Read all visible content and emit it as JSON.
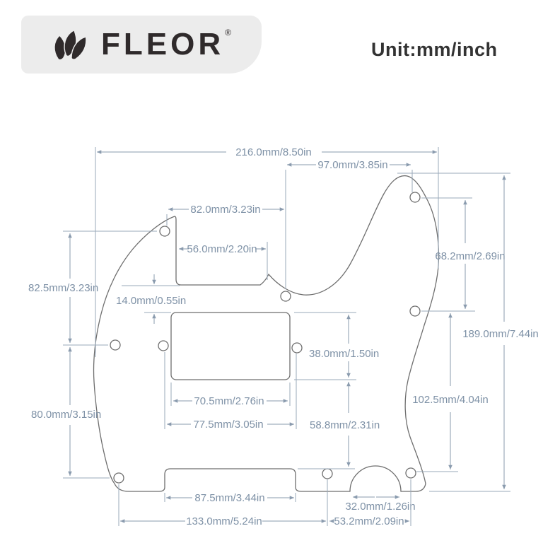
{
  "header": {
    "brand": "FLEOR",
    "registered_mark": "®",
    "unit_label": "Unit:mm/inch"
  },
  "colors": {
    "dimension_lines": "#8a9bae",
    "dimension_text": "#7e91a6",
    "outline": "#6e6e6e",
    "logo_background": "#ececec",
    "logo_text": "#2f2a2b"
  },
  "diagram": {
    "dims": {
      "overall_width": "216.0mm/8.50in",
      "upper_right_span": "97.0mm/3.85in",
      "neck_notch_span": "82.0mm/3.23in",
      "neck_notch_width": "56.0mm/2.20in",
      "notch_to_pickup_gap": "14.0mm/0.55in",
      "left_upper_span": "82.5mm/3.23in",
      "left_lower_span": "80.0mm/3.15in",
      "pickup_height": "38.0mm/1.50in",
      "pickup_width": "70.5mm/2.76in",
      "pickup_screw_span": "77.5mm/3.05in",
      "pickup_to_bridge": "58.8mm/2.31in",
      "right_upper_span": "68.2mm/2.69in",
      "overall_height": "189.0mm/7.44in",
      "right_lower_span": "102.5mm/4.04in",
      "bridge_notch_width": "87.5mm/3.44in",
      "halfround_width": "32.0mm/1.26in",
      "bottom_left_span": "133.0mm/5.24in",
      "bottom_right_span": "53.2mm/2.09in"
    }
  }
}
